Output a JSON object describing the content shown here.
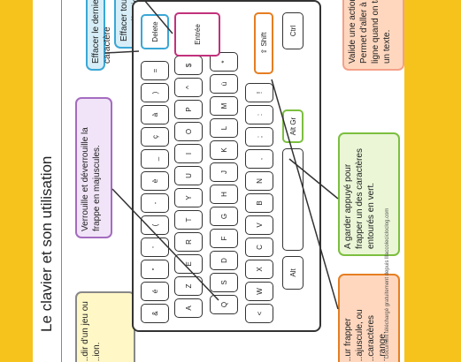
{
  "title": "Le clavier et son utilisation",
  "credit": "Document téléchargé gratuitement depuis lllaccolecicloclog.com",
  "callouts": {
    "effacer_avant": "Effacer le dernier caractère",
    "effacer_sel": "Effacer tout ce qui est sélectionné.",
    "valide": "Valide une action.",
    "permet": "Permet d'aller à la ligne quand on tape un texte.",
    "verrouille": "Verrouille et déverrouille la frappe en majuscules.",
    "jeu": "...dir d'un jeu ou ...ion.",
    "altgr_note": "A garder appuyé pour frapper un des caractères entourés en vert.",
    "shift_note": "...ur frapper ...ajuscule, ou ...caractères ...range."
  },
  "keys": {
    "delete": "Delete",
    "entree": "Entrée",
    "shift": "⇧ Shift",
    "ctrl": "Ctrl",
    "altgr": "Alt Gr",
    "alt": "Alt"
  },
  "rows": {
    "digits": [
      "&",
      "é",
      "\"",
      "'",
      "(",
      "-",
      "è",
      "_",
      "ç",
      "à",
      ")",
      "="
    ],
    "top": [
      "A",
      "Z",
      "E",
      "R",
      "T",
      "Y",
      "U",
      "I",
      "O",
      "P",
      "^",
      "$"
    ],
    "home": [
      "Q",
      "S",
      "D",
      "F",
      "G",
      "H",
      "J",
      "K",
      "L",
      "M",
      "ù",
      "*"
    ],
    "bottom": [
      "<",
      "W",
      "X",
      "C",
      "V",
      "B",
      "N",
      ",",
      ";",
      ":",
      "!"
    ]
  },
  "colors": {
    "background": "#f6c21c",
    "blue": "#3aa7d6",
    "magenta": "#c2317c",
    "orange": "#e67e22",
    "green": "#7cbf3f",
    "purple": "#a46cc0",
    "peach": "#f4a08a",
    "paleyellow": "#fff7c6",
    "palegreen": "#eaf6d6",
    "palepurple": "#f1e4f8",
    "palepeach": "#ffd7bf",
    "paleblue": "#d7eef8"
  }
}
